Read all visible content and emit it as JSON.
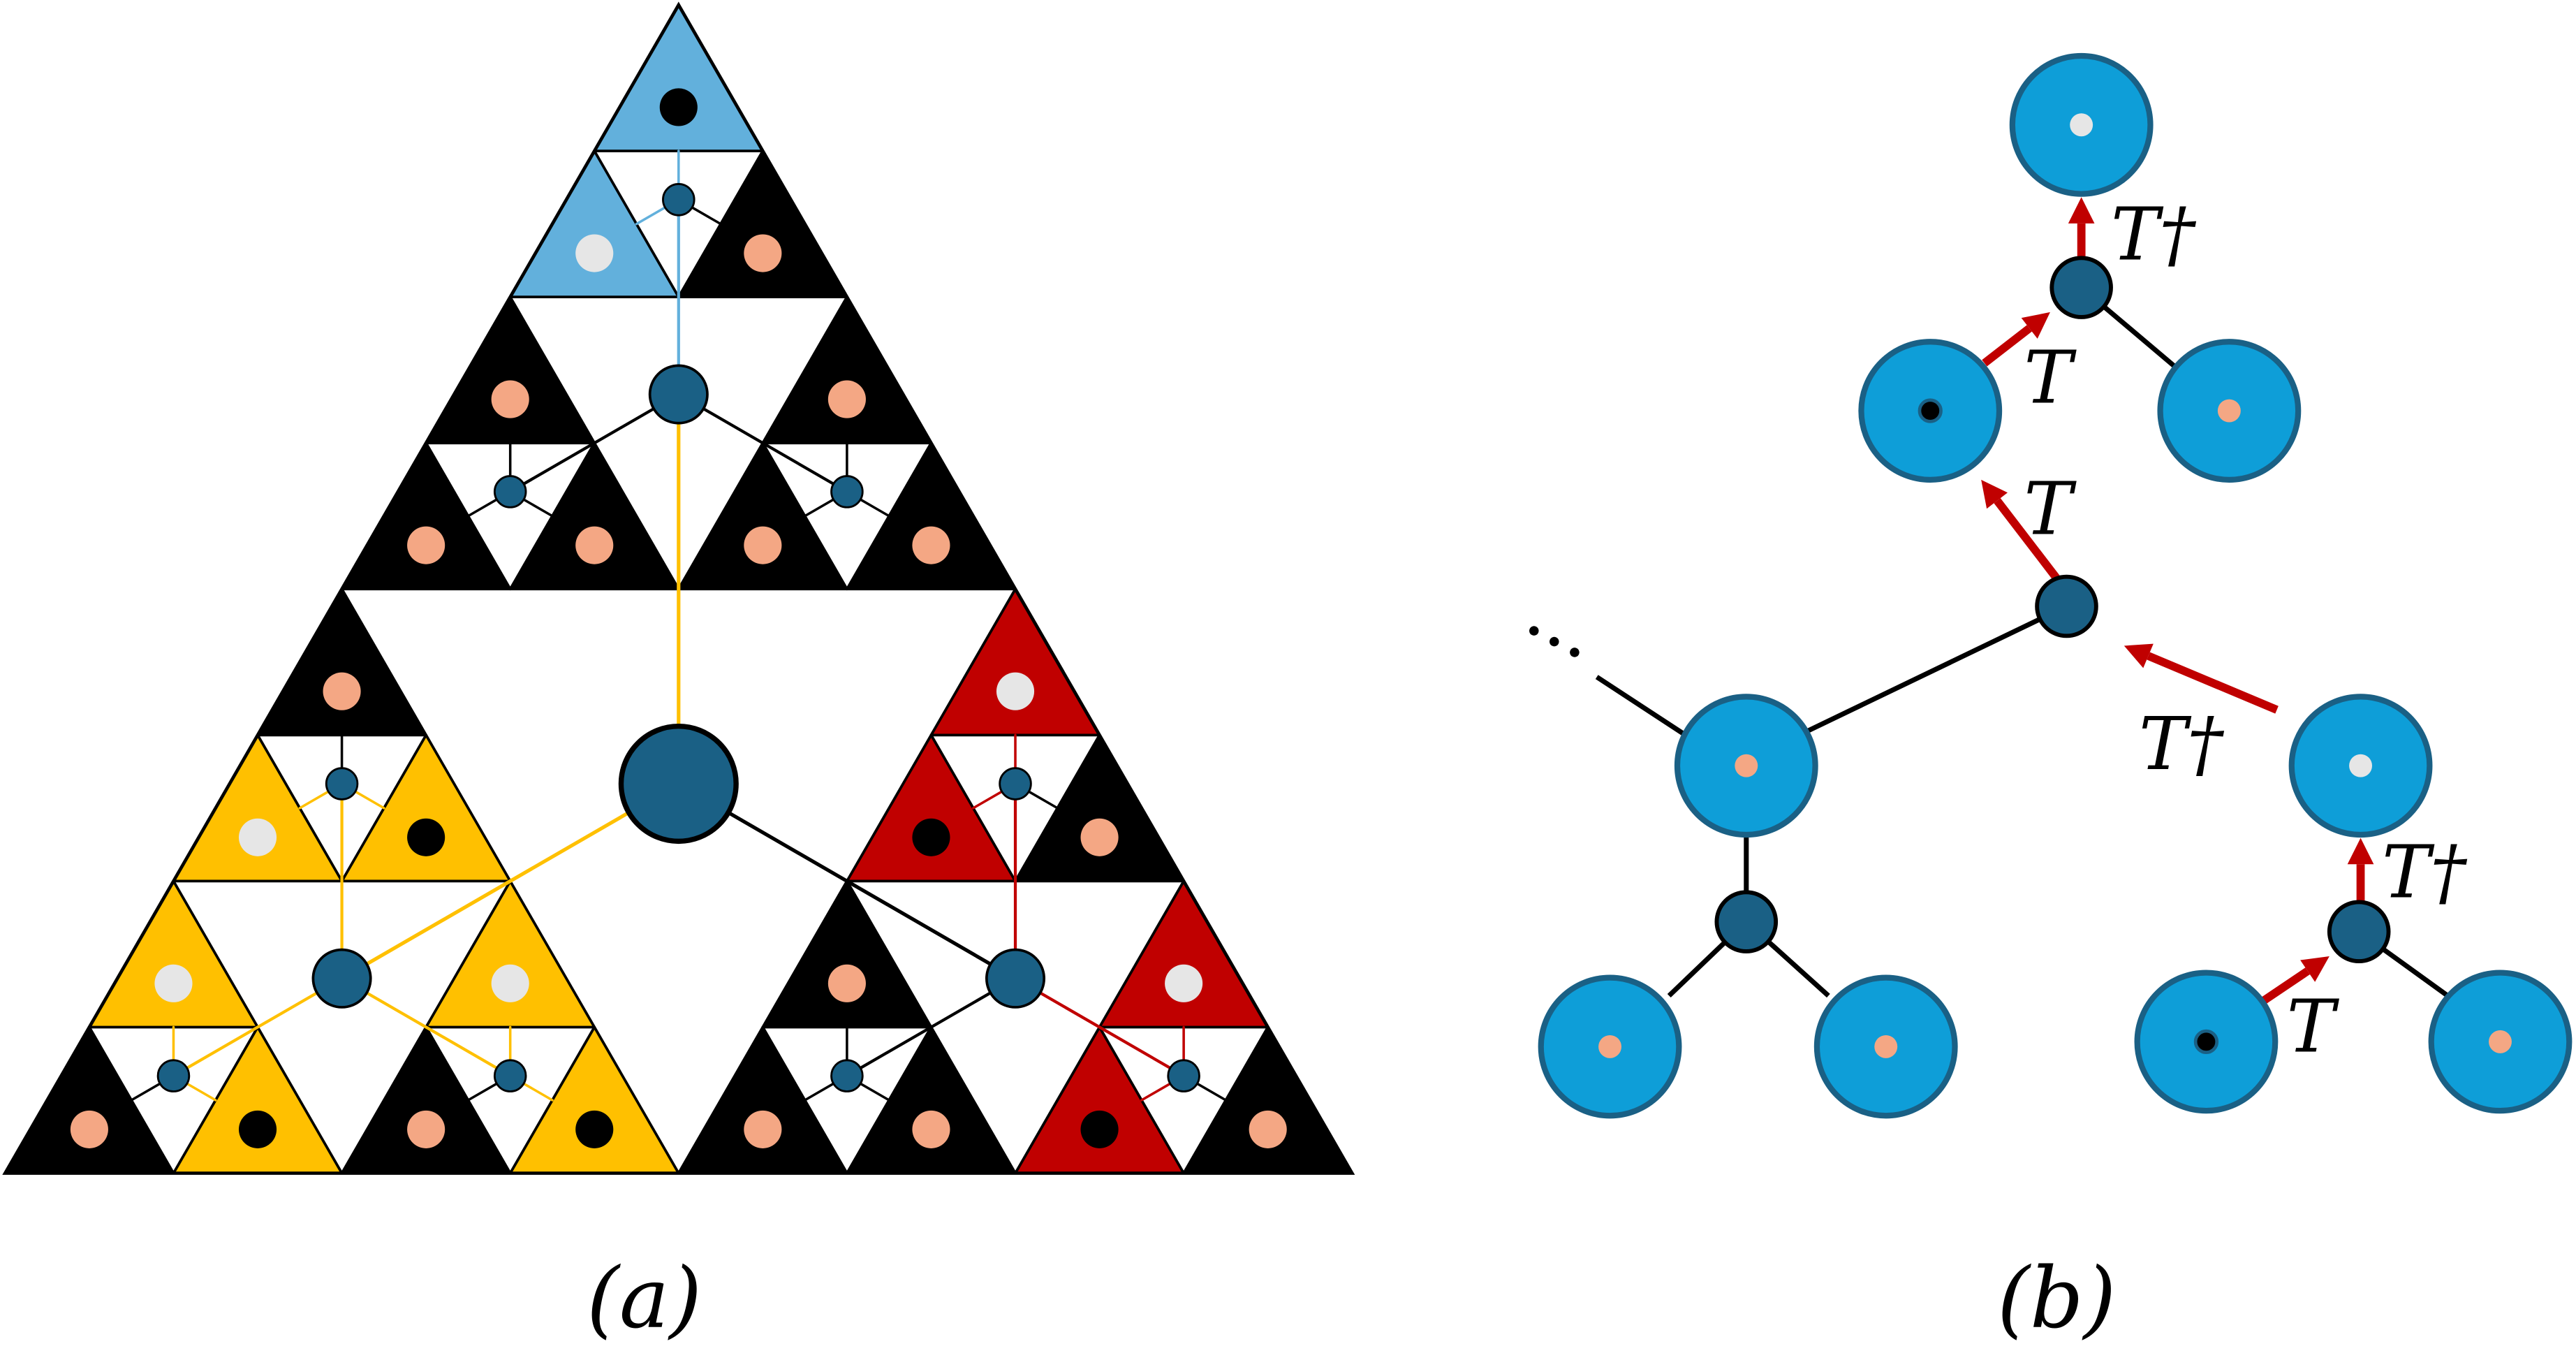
{
  "captions": {
    "a": "(a)",
    "b": "(b)"
  },
  "colors": {
    "black": "#000000",
    "light_blue": "#62b0dc",
    "yellow": "#ffc000",
    "red": "#c00000",
    "node": "#1a6085",
    "site": "#0e9ed8",
    "salmon": "#f4a784",
    "light_gray": "#e6e6e6",
    "arrow": "#c00000"
  },
  "panel_b": {
    "labels": {
      "t": "T",
      "t_dagger": "T†",
      "ellipsis": "···"
    }
  }
}
